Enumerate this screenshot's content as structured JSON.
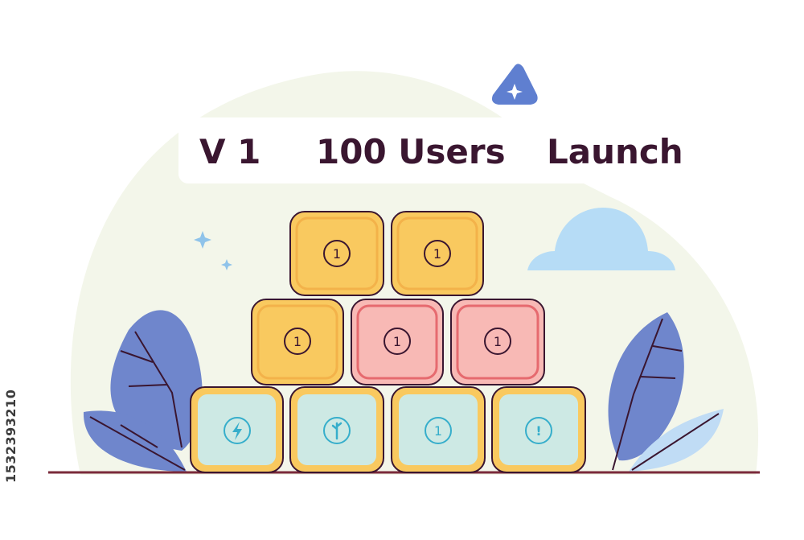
{
  "headline": {
    "words": [
      "V 1",
      "100 Users",
      "Launch"
    ]
  },
  "blocks": {
    "top_row": [
      "1",
      "1"
    ],
    "middle_row": [
      "1",
      "1",
      "1"
    ],
    "bottom_row": [
      "lightning",
      "plant",
      "1",
      "!"
    ]
  },
  "stock_id": "1532393210",
  "colors": {
    "ink": "#3a1630",
    "backdrop": "#f3f6ea",
    "yellow_block": "#f9c95f",
    "yellow_border": "#f3b24a",
    "red_block": "#f8b9b5",
    "red_border": "#e66a6f",
    "teal_block": "#cde9e4",
    "teal_icon": "#36aecb",
    "leaf": "#6f86cc",
    "cloud": "#b6dcf6",
    "sparkle": "#8fc3ea",
    "badge": "#5f7fd0"
  }
}
